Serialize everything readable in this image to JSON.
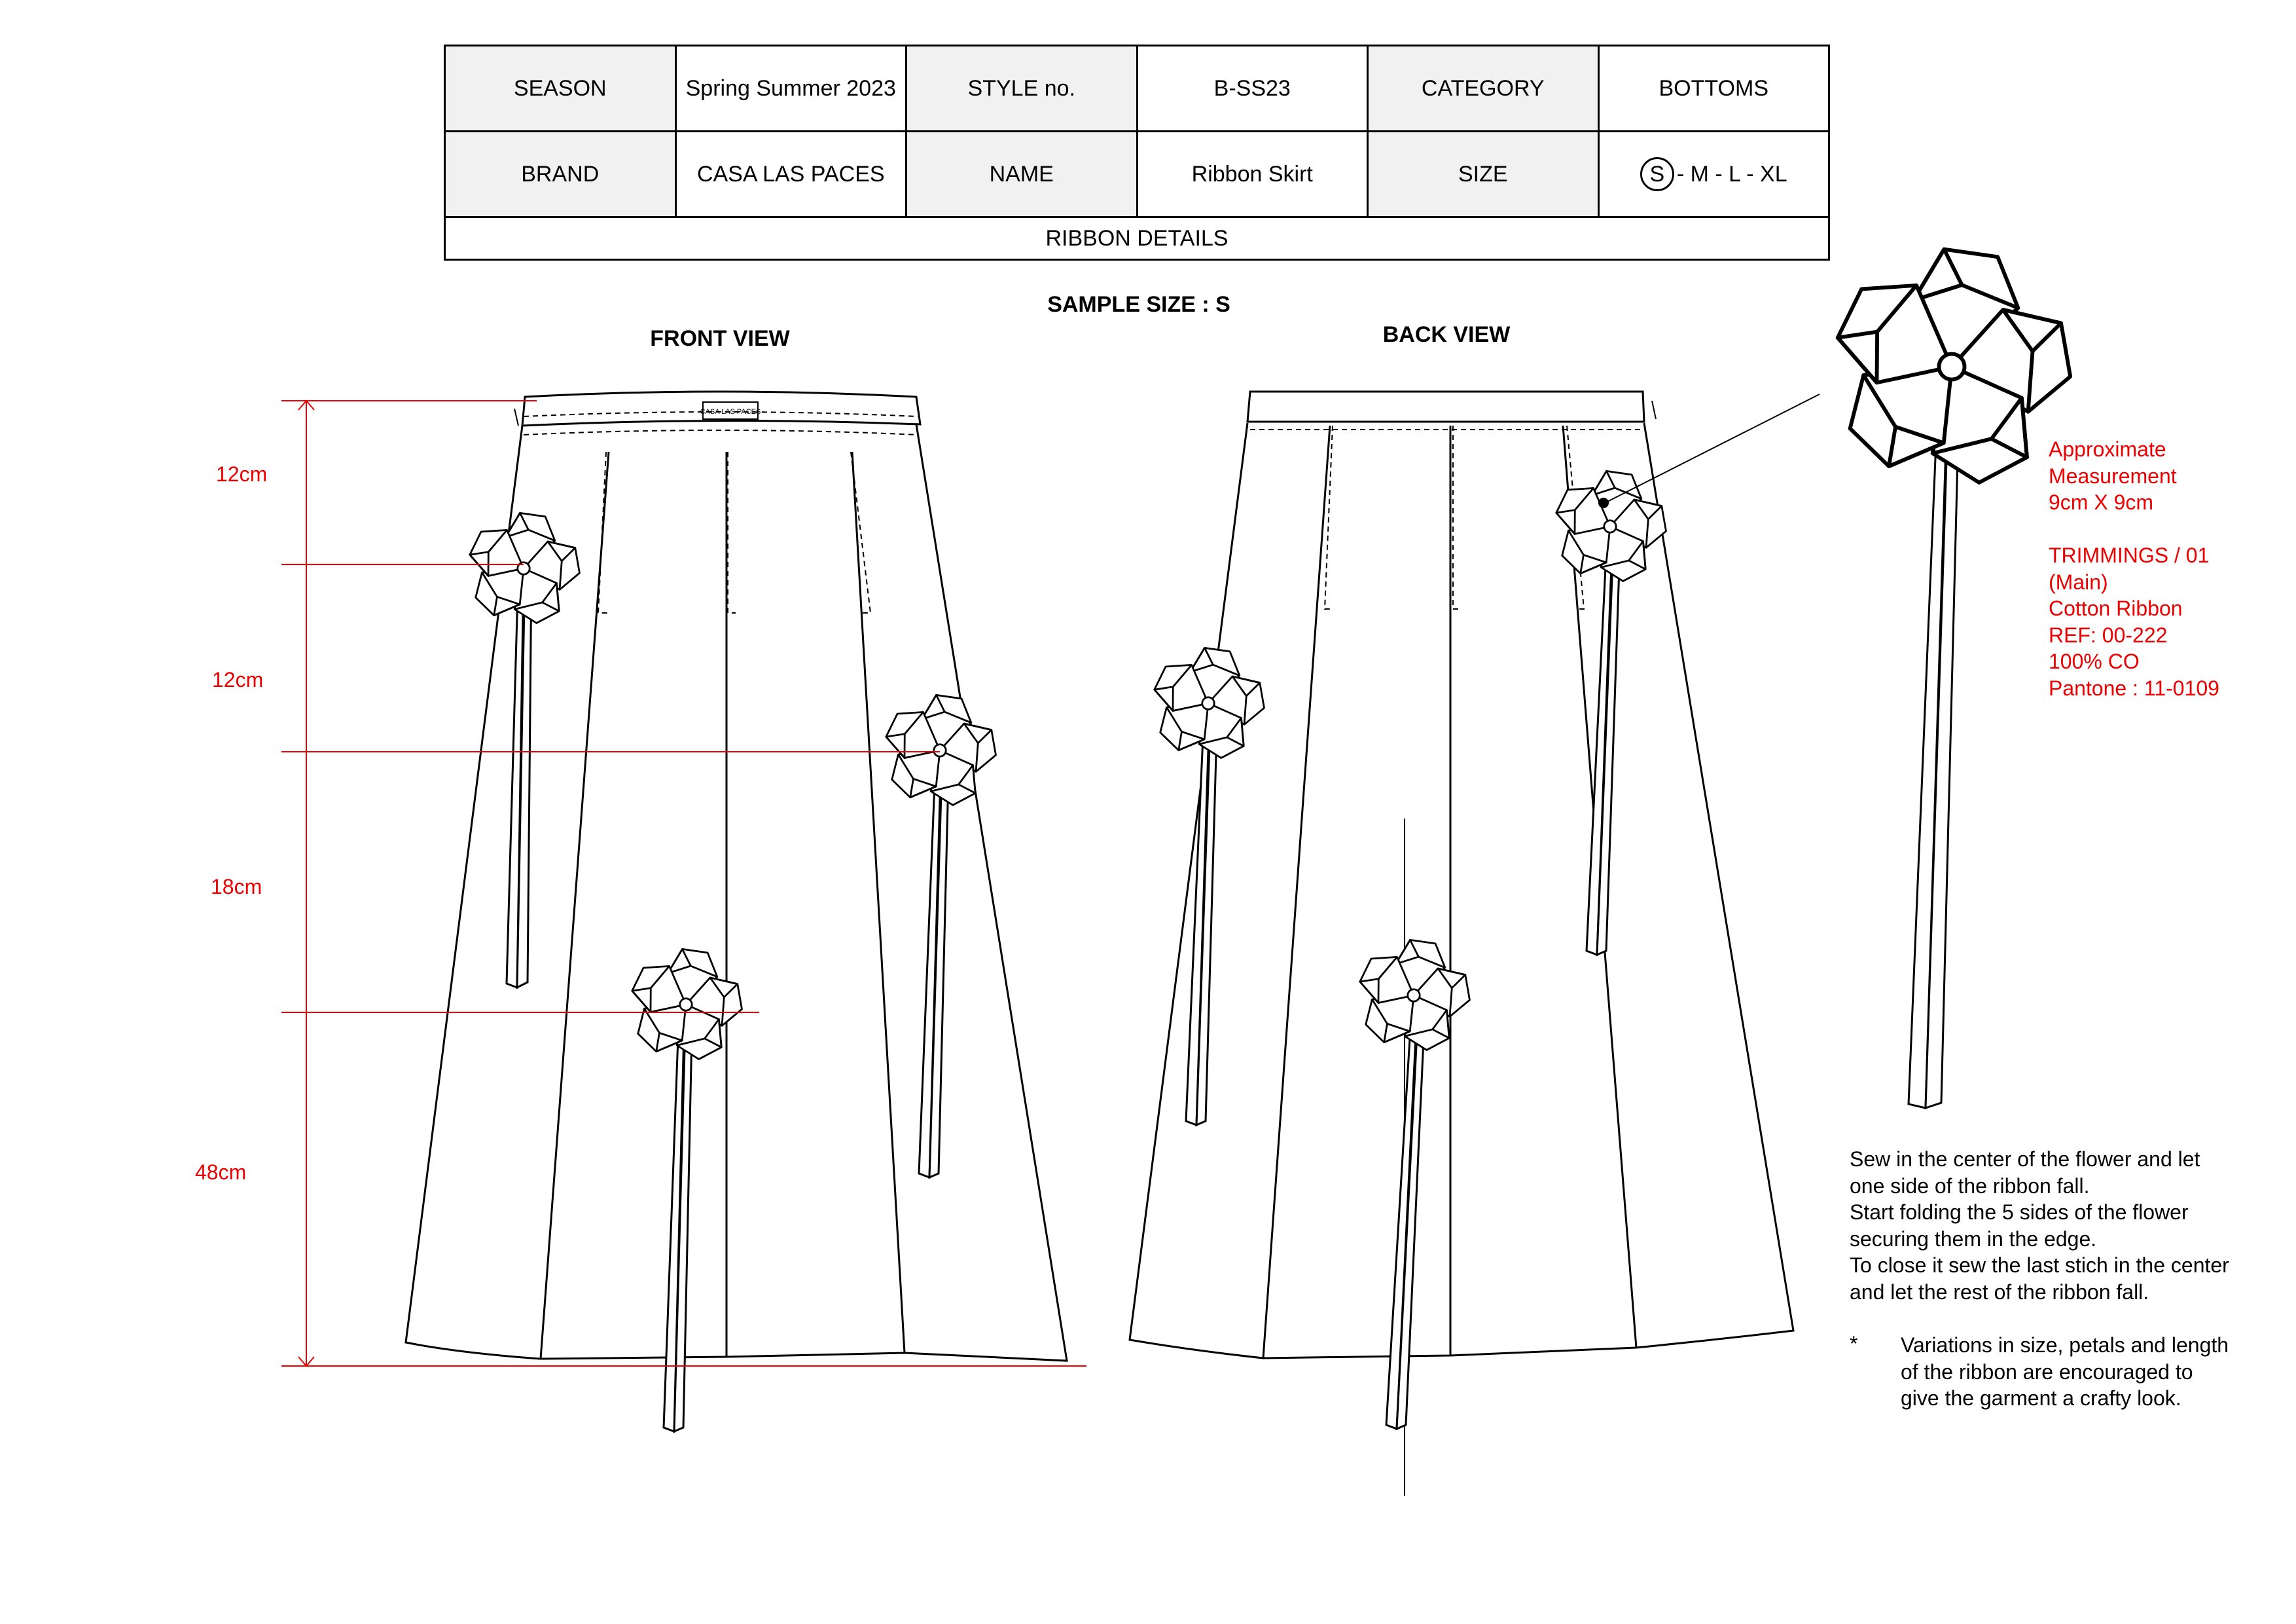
{
  "header": {
    "season_label": "SEASON",
    "season_value": "Spring Summer 2023",
    "style_label": "STYLE no.",
    "style_value": "B-SS23",
    "category_label": "CATEGORY",
    "category_value": "BOTTOMS",
    "brand_label": "BRAND",
    "brand_value": "CASA LAS PACES",
    "name_label": "NAME",
    "name_value": "Ribbon Skirt",
    "size_label": "SIZE",
    "size_selected": "S",
    "size_rest": "- M - L - XL",
    "section_title": "RIBBON DETAILS"
  },
  "sample_size": "SAMPLE SIZE : S",
  "front_view": "FRONT VIEW",
  "back_view": "BACK VIEW",
  "waistband_label": "CASA LAS PACES",
  "measurements": [
    "12cm",
    "12cm",
    "18cm",
    "48cm"
  ],
  "trimmings": {
    "approx_line1": "Approximate",
    "approx_line2": "Measurement",
    "approx_line3": "9cm X 9cm",
    "line1": "TRIMMINGS / 01",
    "line2": "(Main)",
    "line3": "Cotton Ribbon",
    "line4": "REF: 00-222",
    "line5": "100% CO",
    "line6": "Pantone : 11-0109"
  },
  "instructions": {
    "line1": "Sew in the center of the flower and let",
    "line2": "one side of the ribbon fall.",
    "line3": "Start folding the 5 sides of the flower",
    "line4": "securing them in the edge.",
    "line5": "To close it sew the last stich in the center",
    "line6": "and let the rest of the ribbon fall.",
    "star": "*",
    "var1": "Variations in size, petals and length",
    "var2": "of the ribbon are encouraged to",
    "var3": "give the garment a crafty look."
  },
  "colors": {
    "annotation": "#e00000",
    "header_fill": "#f1f1f1",
    "line": "#000000"
  }
}
